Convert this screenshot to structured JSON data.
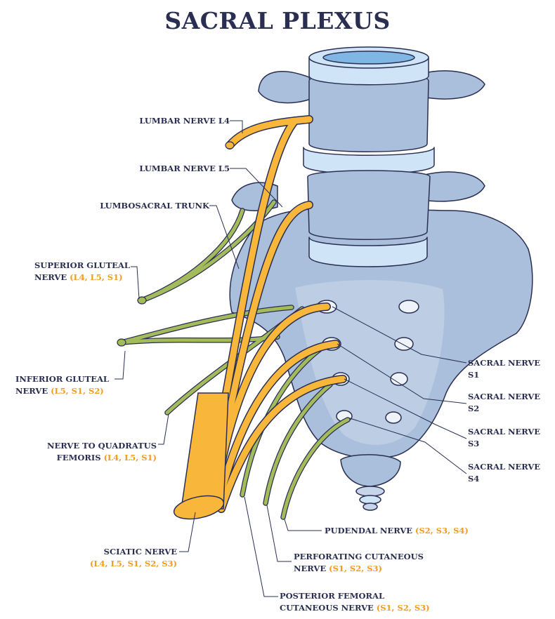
{
  "title": "SACRAL PLEXUS",
  "colors": {
    "bone": "#a9bfdc",
    "bone_light": "#c6d5ea",
    "disc": "#cfe5f7",
    "disc_edge": "#7fb6e3",
    "foramen": "#eef3fa",
    "nerve_orange": "#f8b63a",
    "nerve_green": "#a3bb5a",
    "outline": "#2a2f52",
    "level_text": "#f29b1d"
  },
  "labels": {
    "lumbar_l4": "LUMBAR NERVE L4",
    "lumbar_l5": "LUMBAR NERVE L5",
    "lumbosacral_trunk": "LUMBOSACRAL TRUNK",
    "superior_gluteal": {
      "name_1": "SUPERIOR GLUTEAL",
      "name_2": "NERVE",
      "levels": "(L4, L5, S1)"
    },
    "inferior_gluteal": {
      "name_1": "INFERIOR GLUTEAL",
      "name_2": "NERVE",
      "levels": "(L5, S1, S2)"
    },
    "quadratus_femoris": {
      "name_1": "NERVE TO QUADRATUS",
      "name_2": "FEMORIS",
      "levels": "(L4, L5, S1)"
    },
    "sciatic": {
      "name": "SCIATIC NERVE",
      "levels": "(L4, L5, S1, S2, S3)"
    },
    "sacral_s1": {
      "name": "SACRAL NERVE",
      "level": "S1"
    },
    "sacral_s2": {
      "name": "SACRAL NERVE",
      "level": "S2"
    },
    "sacral_s3": {
      "name": "SACRAL NERVE",
      "level": "S3"
    },
    "sacral_s4": {
      "name": "SACRAL NERVE",
      "level": "S4"
    },
    "pudendal": {
      "name": "PUDENDAL NERVE",
      "levels": "(S2, S3, S4)"
    },
    "perforating_cutaneous": {
      "name_1": "PERFORATING CUTANEOUS",
      "name_2": "NERVE",
      "levels": "(S1, S2, S3)"
    },
    "posterior_femoral": {
      "name_1": "POSTERIOR FEMORAL",
      "name_2": "CUTANEOUS NERVE",
      "levels": "(S1, S2, S3)"
    }
  }
}
